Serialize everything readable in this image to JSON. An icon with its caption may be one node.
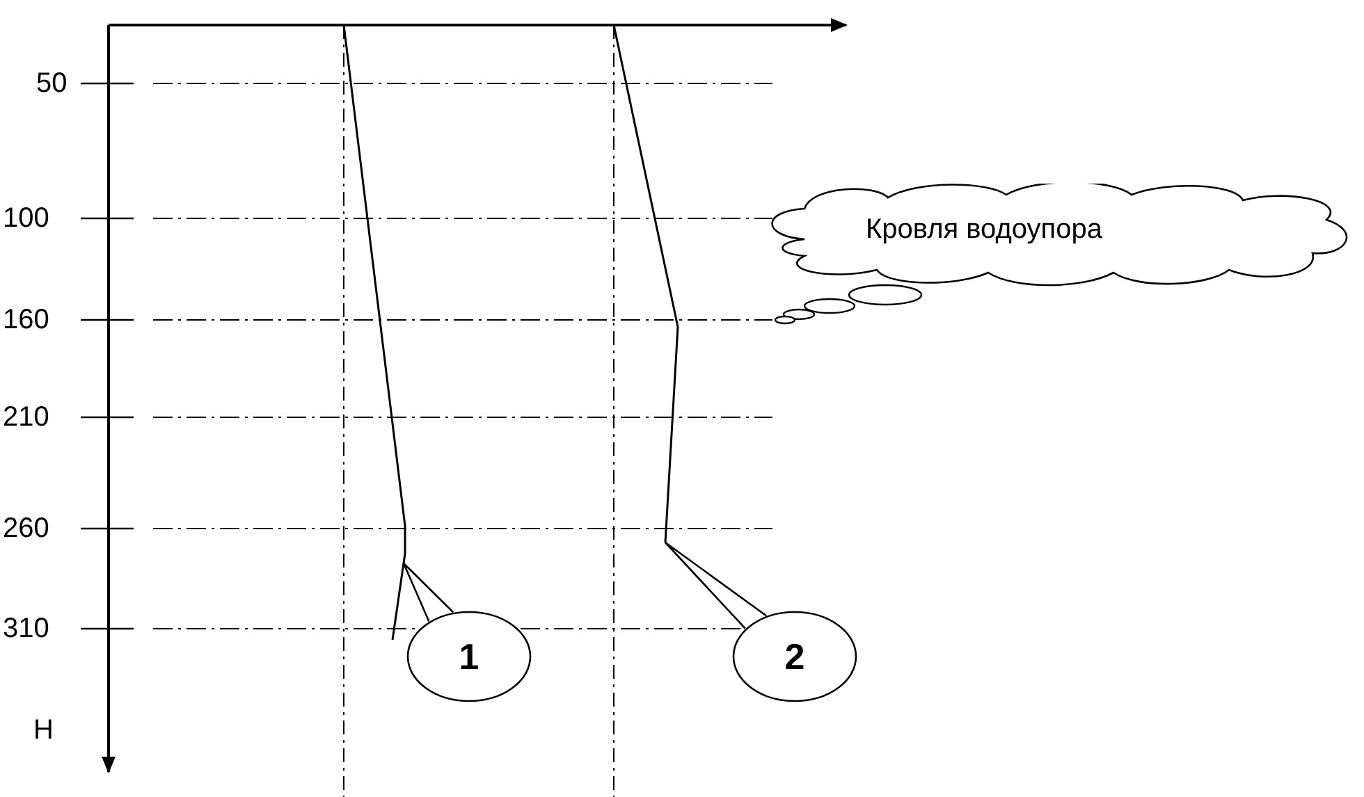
{
  "diagram": {
    "nodes": [
      {
        "text": [
          "Кровля водоупора"
        ]
      },
      {
        "text": [
          "1"
        ]
      },
      {
        "text": [
          "2"
        ]
      },
      {
        "text": [],
        "shape": "line"
      },
      {
        "text": [],
        "shape": "line"
      }
    ],
    "edges": [
      {
        "from": 1,
        "to": 3,
        "arrow": "none"
      },
      {
        "from": 2,
        "to": 4,
        "arrow": "none"
      }
    ],
    "labels": [
      "50",
      "100",
      "160",
      "210",
      "260",
      "310",
      "H"
    ]
  }
}
